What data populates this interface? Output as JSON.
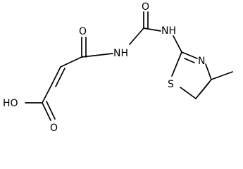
{
  "molecule": {
    "atoms": {
      "acid_oh": "HO",
      "acid_carbonyl_o": "O",
      "amide_carbonyl_o": "O",
      "imide_nh": "NH",
      "urea_carbonyl_o": "O",
      "urea_nh": "NH",
      "ring_s": "S",
      "ring_n": "N"
    }
  }
}
